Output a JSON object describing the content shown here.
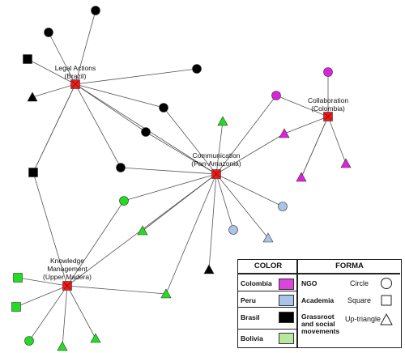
{
  "hubs": [
    {
      "id": "legal",
      "label_lines": [
        "Legal Actions",
        "(Brazil)"
      ]
    },
    {
      "id": "collab",
      "label_lines": [
        "Collaboration",
        "(Colombia)"
      ]
    },
    {
      "id": "comm",
      "label_lines": [
        "Communication",
        "(Pan-Amazonia)"
      ]
    },
    {
      "id": "know",
      "label_lines": [
        "Knowledge",
        "Management",
        "(Upper Madera)"
      ]
    }
  ],
  "legend": {
    "color_header": "COLOR",
    "forma_header": "FORMA",
    "rows": [
      {
        "country": "Colombia",
        "color": "#dd44dd",
        "category": "NGO",
        "shape_label": "Circle",
        "shape": "circle"
      },
      {
        "country": "Peru",
        "color": "#a9c4e8",
        "category": "Academia",
        "shape_label": "Square",
        "shape": "square"
      },
      {
        "country": "Brasil",
        "color": "#000000",
        "category": "Grassroot and social movements",
        "shape_label": "Up-triangle",
        "shape": "triangle"
      },
      {
        "country": "Bolivia",
        "color": "#b7e8a0",
        "category": "",
        "shape_label": "",
        "shape": ""
      }
    ]
  },
  "colors": {
    "colombia": "#dd22dd",
    "peru": "#a9c4e8",
    "brasil": "#000000",
    "bolivia": "#22dd22",
    "hub": "#ee1c1c"
  }
}
